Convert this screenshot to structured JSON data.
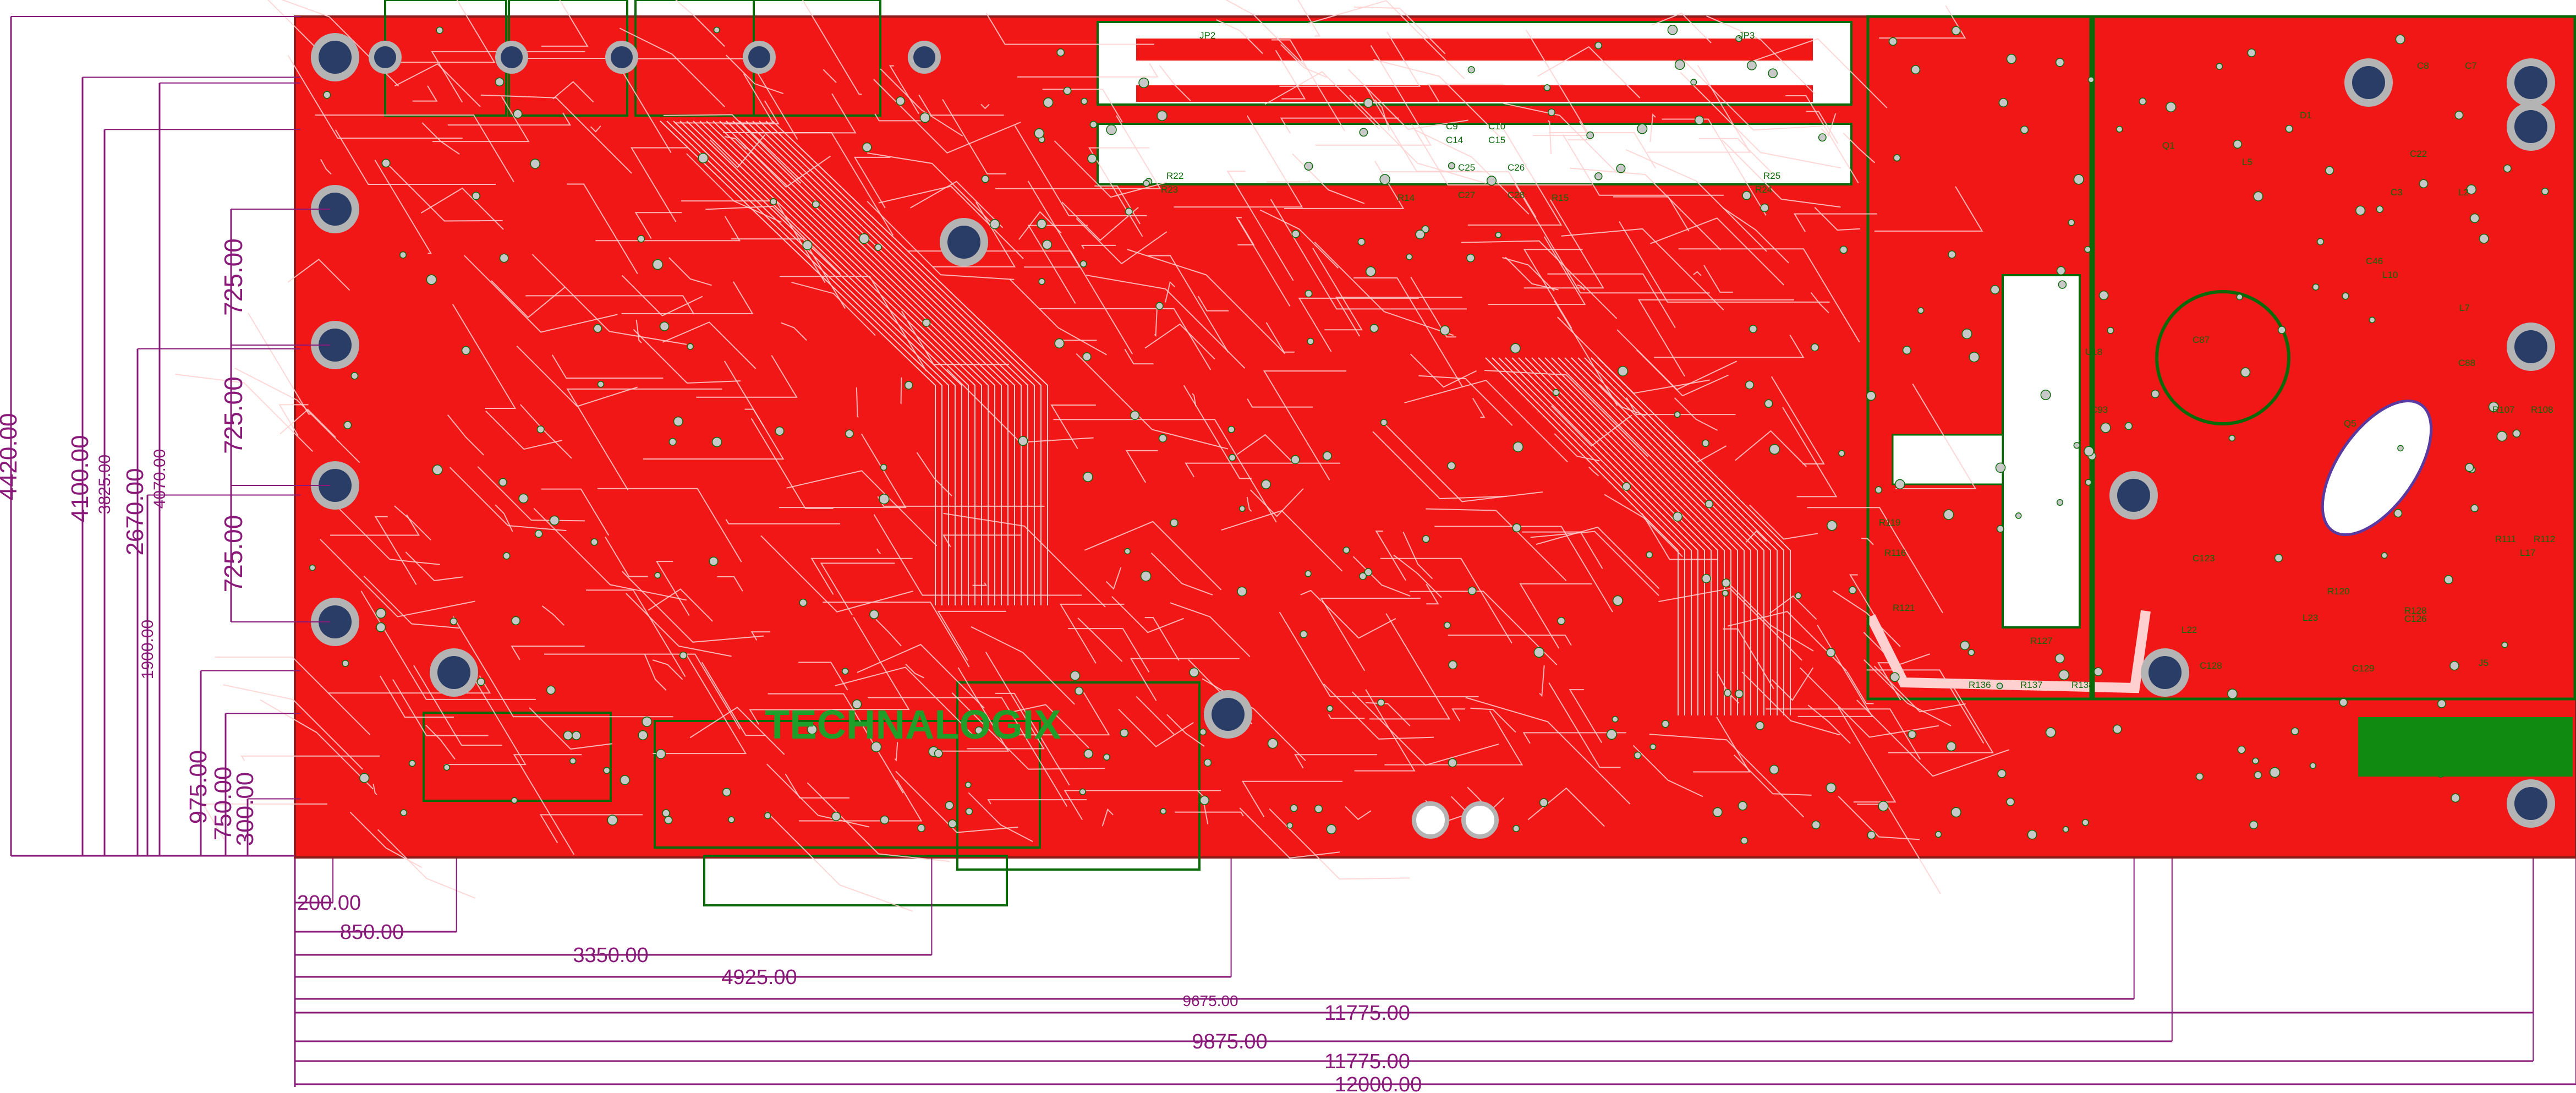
{
  "drawing": {
    "board_logo": "TECHNALOGIX",
    "dimension_units": "",
    "colors": {
      "background": "#ffffff",
      "board_copper": "#f21717",
      "board_outline": "#8b1a1a",
      "dimension_line": "#8a1a7a",
      "silkscreen": "#0a6a0a",
      "trace_light": "#ffd0d0",
      "mount_hole": "#2a3d66",
      "mount_ring": "#b4b4b4",
      "label_block": "#108a10"
    },
    "horizontal_dimensions": [
      {
        "label": "200.00",
        "value": 200
      },
      {
        "label": "850.00",
        "value": 850
      },
      {
        "label": "3350.00",
        "value": 3350
      },
      {
        "label": "4925.00",
        "value": 4925
      },
      {
        "label": "9675.00",
        "value": 9675
      },
      {
        "label": "11775.00",
        "value": 11775
      },
      {
        "label": "9875.00",
        "value": 9875
      },
      {
        "label": "11775.00",
        "value": 11775
      },
      {
        "label": "12000.00",
        "value": 12000
      }
    ],
    "vertical_dimensions": [
      {
        "label": "4420.00",
        "value": 4420
      },
      {
        "label": "4100.00",
        "value": 4100
      },
      {
        "label": "3825.00",
        "value": 3825
      },
      {
        "label": "4070.00",
        "value": 4070
      },
      {
        "label": "2670.00",
        "value": 2670
      },
      {
        "label": "1900.00",
        "value": 1900
      },
      {
        "label": "975.00",
        "value": 975
      },
      {
        "label": "750.00",
        "value": 750
      },
      {
        "label": "300.00",
        "value": 300
      }
    ],
    "pitch_dimensions": [
      {
        "label": "725.00",
        "value": 725
      },
      {
        "label": "725.00",
        "value": 725
      },
      {
        "label": "725.00",
        "value": 725
      }
    ],
    "component_labels": [
      "JP2",
      "JP3",
      "C9",
      "C10",
      "C14",
      "C15",
      "C25",
      "C26",
      "C27",
      "C28",
      "R14",
      "R15",
      "R22",
      "R23",
      "R24",
      "R25",
      "C8",
      "C7",
      "D1",
      "Q1",
      "L5",
      "C3",
      "L2",
      "C22",
      "C46",
      "L10",
      "L7",
      "C87",
      "U18",
      "C88",
      "R107",
      "R108",
      "Q5",
      "R111",
      "R112",
      "L17",
      "C123",
      "R120",
      "R116",
      "R119",
      "R121",
      "R127",
      "R128",
      "C126",
      "L22",
      "L23",
      "C128",
      "C129",
      "R136",
      "R137",
      "R138",
      "C93",
      "J5"
    ]
  }
}
